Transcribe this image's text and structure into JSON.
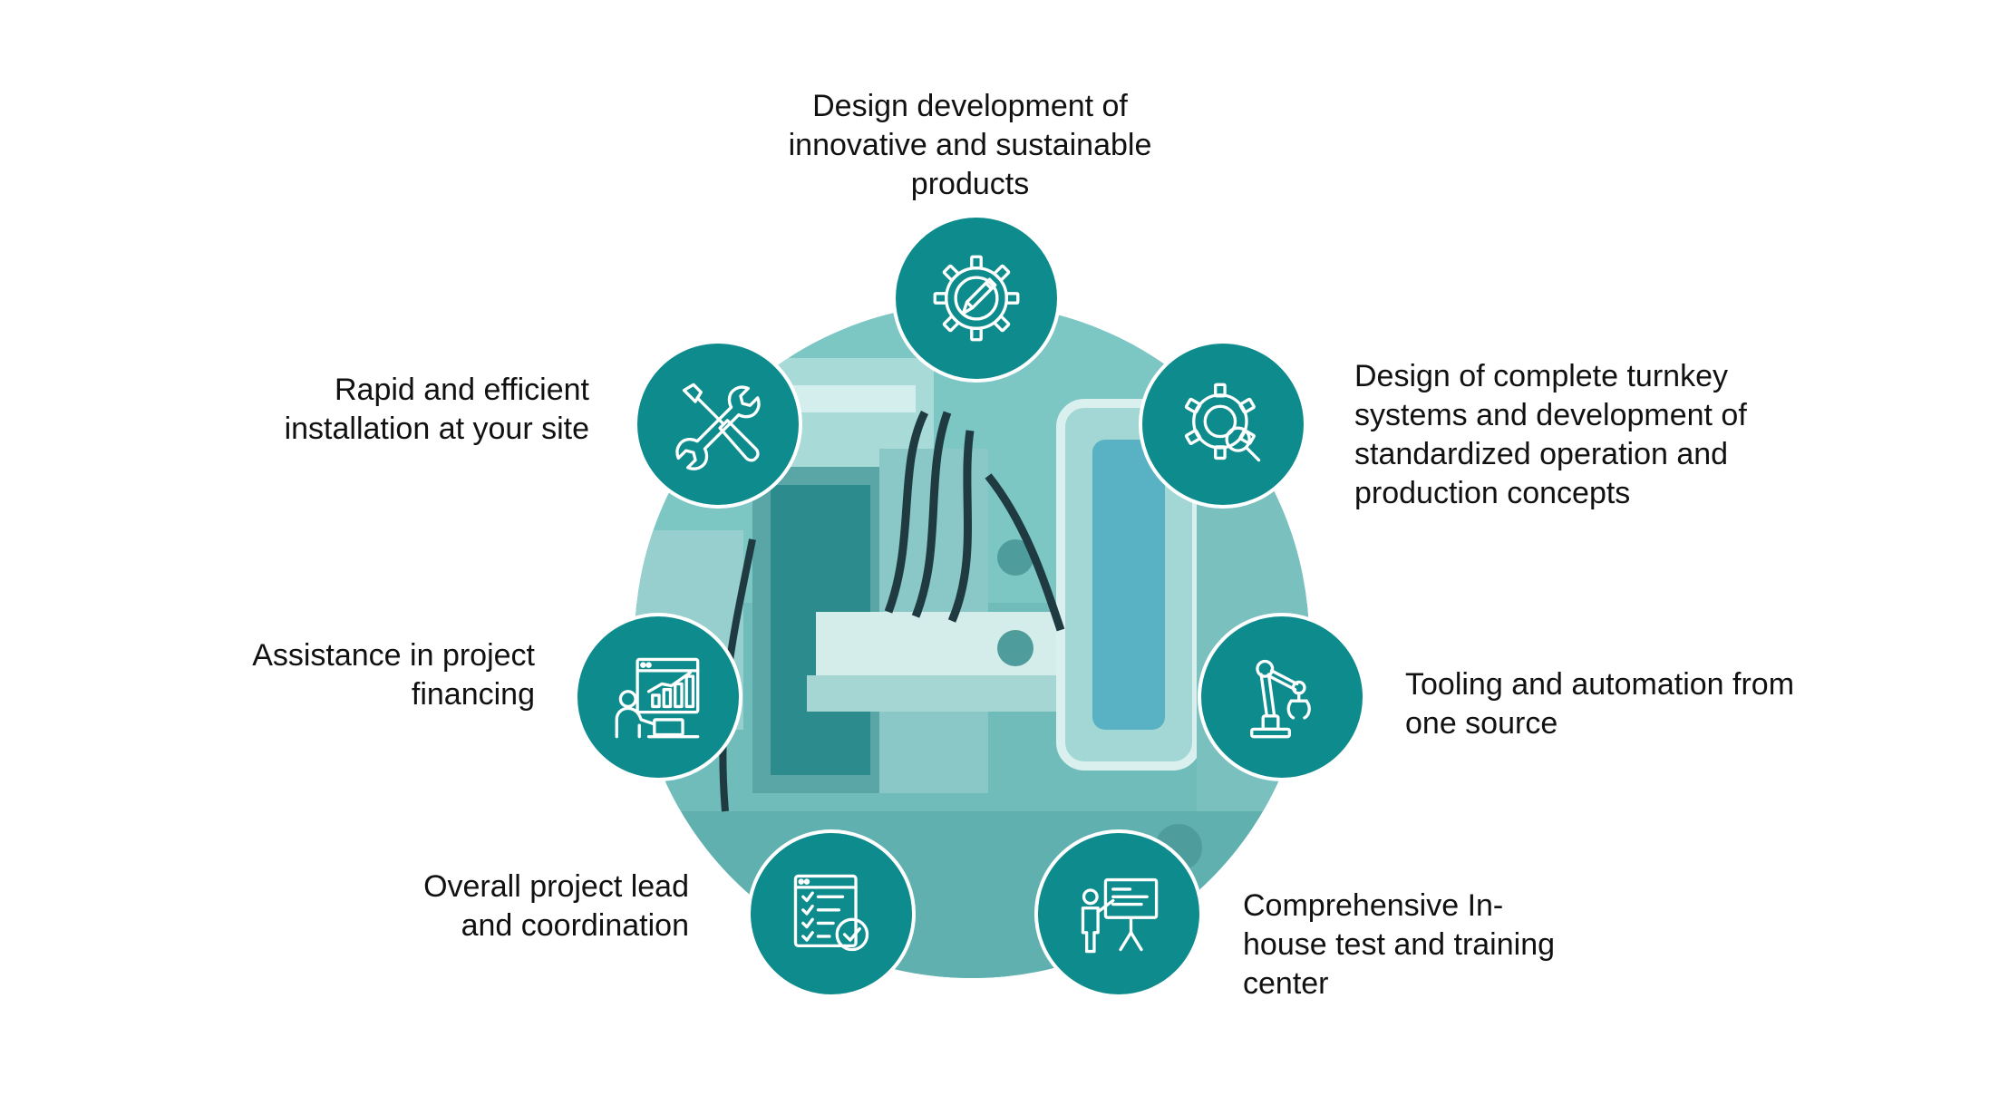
{
  "colors": {
    "node_fill": "#0e8b8d",
    "hub_tint": "#7cc6c4",
    "node_border": "#ffffff",
    "text": "#111111"
  },
  "hub": {
    "icon": "machine-photo"
  },
  "items": [
    {
      "id": "design",
      "icon": "gear-pencil-icon",
      "lines": [
        "Design development of",
        "innovative and sustainable",
        "products"
      ]
    },
    {
      "id": "turnkey",
      "icon": "gear-magnifier-icon",
      "lines": [
        "Design of complete turnkey",
        "systems and development of",
        "standardized operation and",
        "production concepts"
      ]
    },
    {
      "id": "tooling",
      "icon": "robot-arm-icon",
      "lines": [
        "Tooling and automation from",
        "one source"
      ]
    },
    {
      "id": "testing",
      "icon": "presentation-icon",
      "lines": [
        "Comprehensive In-",
        "house test and training",
        "center"
      ]
    },
    {
      "id": "lead",
      "icon": "checklist-icon",
      "lines": [
        "Overall project lead",
        "and coordination"
      ]
    },
    {
      "id": "financing",
      "icon": "analytics-person-icon",
      "lines": [
        "Assistance in project",
        "financing"
      ]
    },
    {
      "id": "installation",
      "icon": "wrench-screwdriver-icon",
      "lines": [
        "Rapid and efficient",
        "installation at your site"
      ]
    }
  ]
}
